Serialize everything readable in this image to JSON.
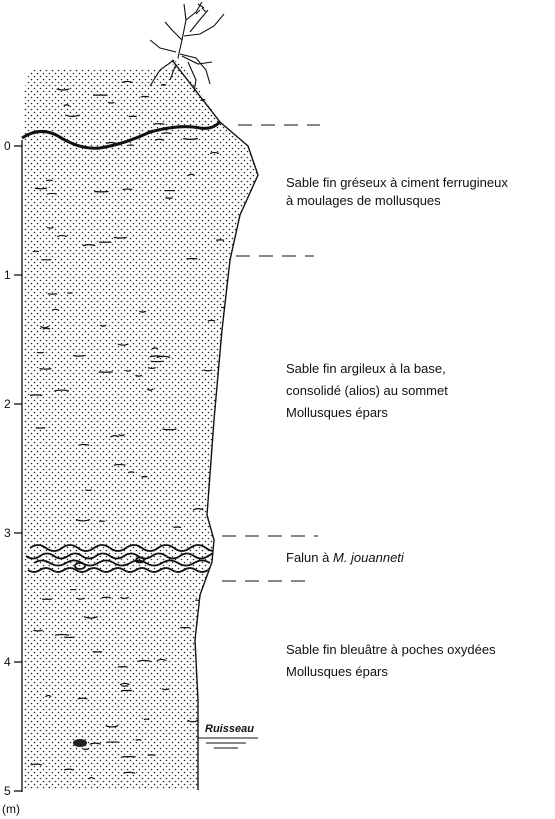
{
  "axis": {
    "unit": "(m)",
    "ticks": [
      "0",
      "1",
      "2",
      "3",
      "4",
      "5"
    ]
  },
  "layers": [
    {
      "id": "gres",
      "lines": [
        "Sable fin gréseux à ciment ferrugineux",
        "à moulages de mollusques"
      ]
    },
    {
      "id": "argileux",
      "lines": [
        "Sable fin argileux à la base,",
        "consolidé (alios) au sommet",
        "Mollusques épars"
      ]
    },
    {
      "id": "falun",
      "prefix": "Falun à ",
      "italic": "M. jouanneti"
    },
    {
      "id": "bleuatre",
      "lines": [
        "Sable fin bleuâtre à poches oxydées",
        "Mollusques épars"
      ]
    }
  ],
  "stream_label": "Ruisseau"
}
